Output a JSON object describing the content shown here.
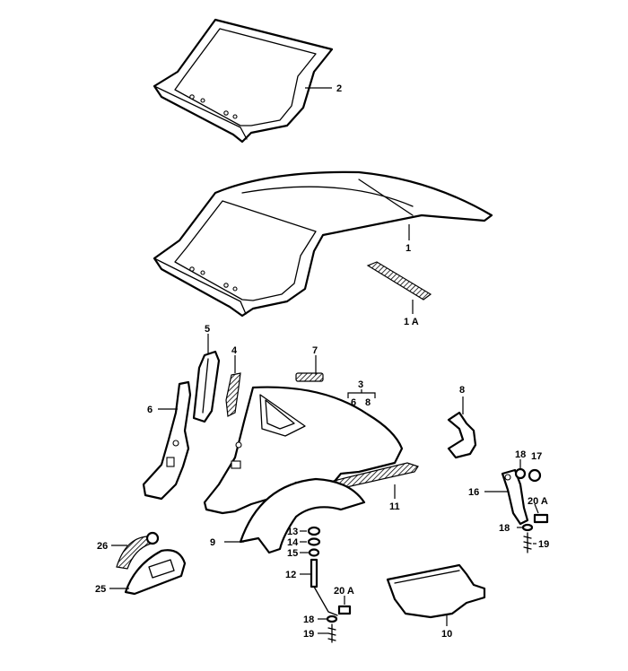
{
  "callouts": [
    {
      "id": "c2",
      "text": "2"
    },
    {
      "id": "c1",
      "text": "1"
    },
    {
      "id": "c1a",
      "text": "1 A"
    },
    {
      "id": "c5",
      "text": "5"
    },
    {
      "id": "c4",
      "text": "4"
    },
    {
      "id": "c7",
      "text": "7"
    },
    {
      "id": "c3",
      "text": "3"
    },
    {
      "id": "c6",
      "text": "6"
    },
    {
      "id": "c8b",
      "text": "8"
    },
    {
      "id": "c8",
      "text": "8"
    },
    {
      "id": "c6l",
      "text": "6"
    },
    {
      "id": "c18a",
      "text": "18"
    },
    {
      "id": "c17",
      "text": "17"
    },
    {
      "id": "c16",
      "text": "16"
    },
    {
      "id": "c20a",
      "text": "20 A"
    },
    {
      "id": "c18b",
      "text": "18"
    },
    {
      "id": "c19a",
      "text": "19"
    },
    {
      "id": "c11",
      "text": "11"
    },
    {
      "id": "c9",
      "text": "9"
    },
    {
      "id": "c13",
      "text": "13"
    },
    {
      "id": "c14",
      "text": "14"
    },
    {
      "id": "c15",
      "text": "15"
    },
    {
      "id": "c26",
      "text": "26"
    },
    {
      "id": "c25",
      "text": "25"
    },
    {
      "id": "c12",
      "text": "12"
    },
    {
      "id": "c20b",
      "text": "20 A"
    },
    {
      "id": "c18c",
      "text": "18"
    },
    {
      "id": "c19b",
      "text": "19"
    },
    {
      "id": "c10",
      "text": "10"
    }
  ]
}
